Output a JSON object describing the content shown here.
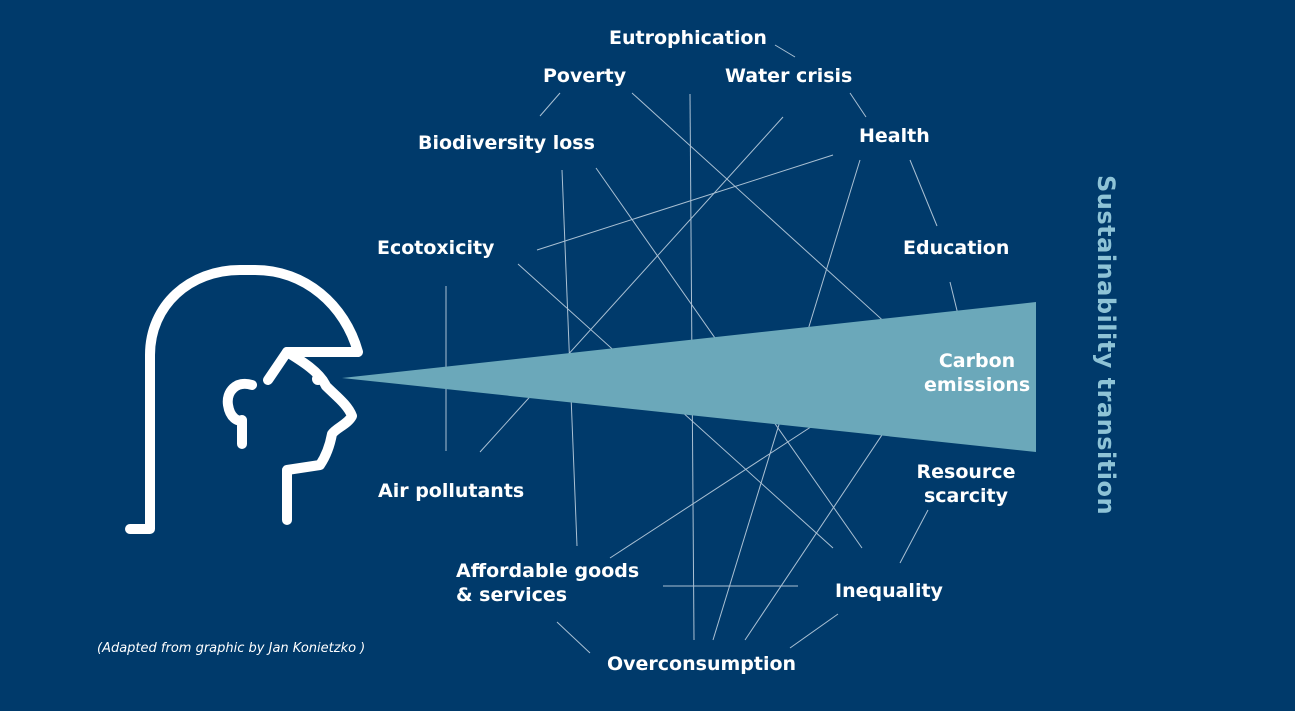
{
  "title": "Sustainability transition",
  "credit": "(Adapted from graphic by Jan Konietzko )",
  "colors": {
    "background": "#003A6B",
    "beam": "#6BA8BA",
    "lines": "#C8D8E6",
    "text": "#FFFFFF",
    "title": "#8EC3D6"
  },
  "icons": {
    "head": "person-head-profile-icon"
  },
  "nodes": {
    "eutrophication": "Eutrophication",
    "poverty": "Poverty",
    "water_crisis": "Water crisis",
    "biodiversity_loss": "Biodiversity loss",
    "health": "Health",
    "ecotoxicity": "Ecotoxicity",
    "education": "Education",
    "carbon_emissions": "Carbon\nemissions",
    "air_pollutants": "Air pollutants",
    "resource_scarcity": "Resource\nscarcity",
    "affordable_goods": "Affordable goods\n& services",
    "inequality": "Inequality",
    "overconsumption": "Overconsumption"
  }
}
